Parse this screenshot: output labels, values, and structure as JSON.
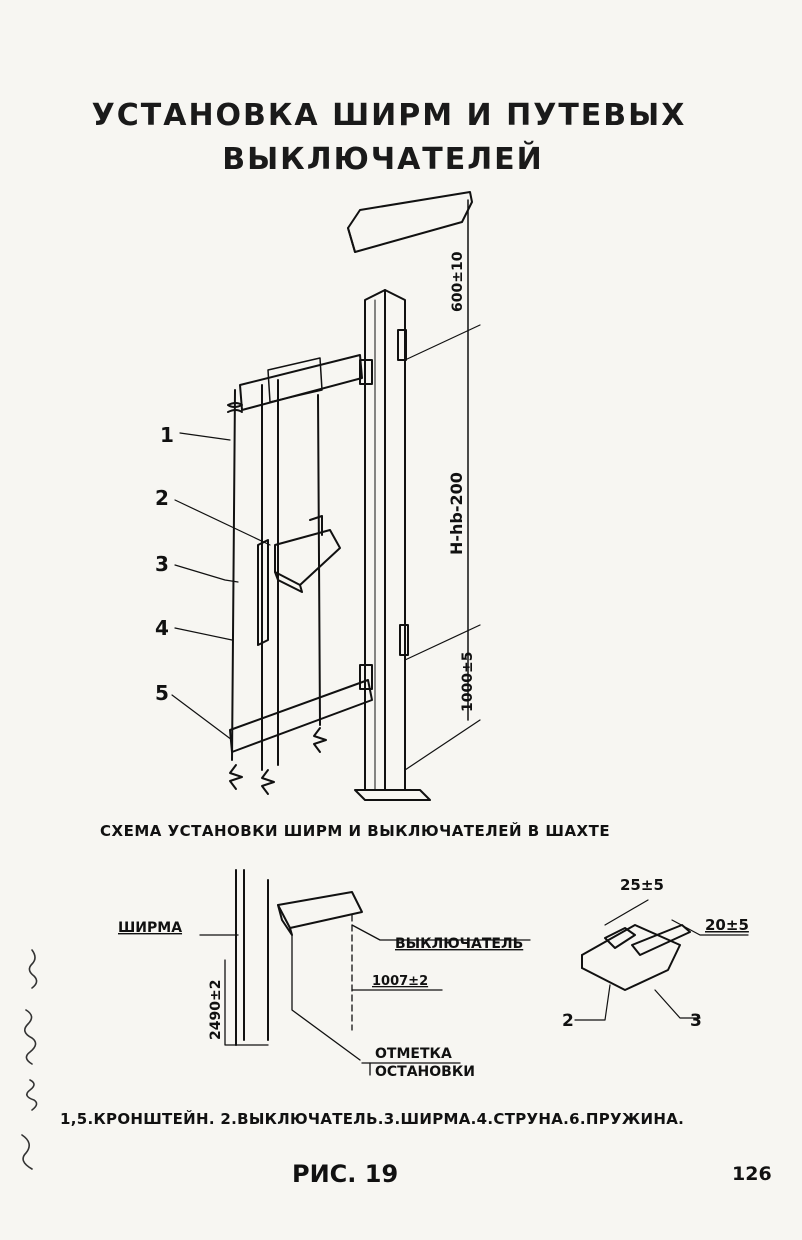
{
  "title": {
    "line1": "УСТАНОВКА ШИРМ И ПУТЕВЫХ",
    "line2": "ВЫКЛЮЧАТЕЛЕЙ"
  },
  "main_figure": {
    "dimensions": [
      "600±10",
      "H-hb-200",
      "1000±5"
    ],
    "callouts": [
      "1",
      "2",
      "3",
      "4",
      "5"
    ]
  },
  "caption": "СХЕМА УСТАНОВКИ ШИРМ И ВЫКЛЮЧАТЕЛЕЙ В ШАХТЕ",
  "schema": {
    "label_shirma": "ШИРМА",
    "label_switch": "ВЫКЛЮЧАТЕЛЬ",
    "dim_2490": "2490±2",
    "dim_1007": "1007±2",
    "stop_mark_line1": "ОТМЕТКА",
    "stop_mark_line2": "ОСТАНОВКИ"
  },
  "detail": {
    "dim_25": "25±5",
    "dim_20": "20±5",
    "callout_2": "2",
    "callout_3": "3"
  },
  "legend": "1,5.КРОНШТЕЙН. 2.ВЫКЛЮЧАТЕЛЬ.3.ШИРМА.4.СТРУНА.6.ПРУЖИНА.",
  "figure_number": "РИС. 19",
  "page_number": "126"
}
